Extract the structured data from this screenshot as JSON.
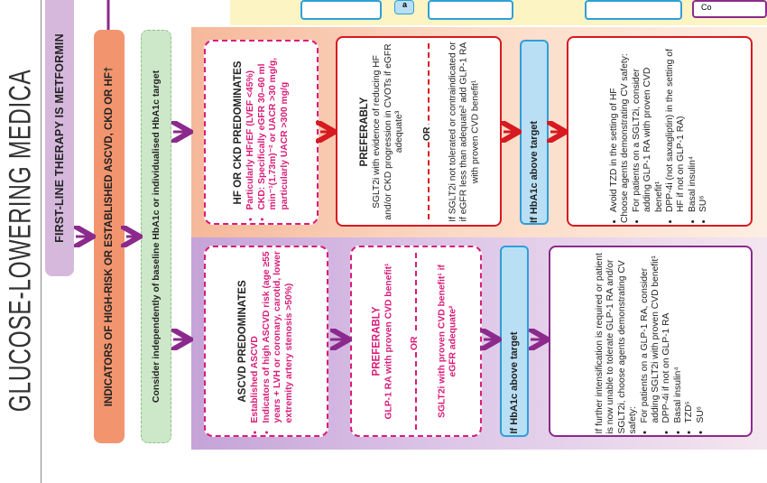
{
  "title": "GLUCOSE-LOWERING MEDICA",
  "first_line": "FIRST-LINE THERAPY IS METFORMIN",
  "indicators": "INDICATORS OF HIGH-RISK OR ESTABLISHED ASCVD, CKD OR HF†",
  "consider": "Consider independently of baseline HbA1c or individualised HbA1c target",
  "hf": {
    "heading": "HF OR CKD PREDOMINATES",
    "items": [
      "Particularly HFrEF (LVEF <45%)",
      "CKD: Specifically eGFR 30–60 ml min⁻¹(1.73m)⁻² or UACR >30 mg/g, particularly UACR >300 mg/g"
    ],
    "preferably_label": "PREFERABLY",
    "preferably_text": "SGLT2i with evidence of reducing HF and/or CKD progression in CVOTs if eGFR adequate³",
    "or_label": "OR",
    "alt_text": "If SGLT2i not tolerated or contraindicated or if eGFR less than adequate² add GLP-1 RA with proven CVD benefit¹",
    "hba1c": "If HbA1c above target",
    "next_lines": [
      "Avoid TZD in the setting of HF",
      "Choose agents demonstrating CV safety:"
    ],
    "next_items": [
      "For patients on a SGLT2i, consider adding GLP-1 RA with proven CVD benefit¹",
      "DPP-4i (not saxagliptin) in the setting of HF if not on GLP-1 RA)",
      "Basal insulin⁴",
      "SU⁶"
    ]
  },
  "ascvd": {
    "heading": "ASCVD PREDOMINATES",
    "items": [
      "Established ASCVD",
      "Indicators of high ASCVD risk (age ≥55 years + LVH or coronary, carotid, lower extremity artery stenosis >50%)"
    ],
    "preferably_label": "PREFERABLY",
    "preferably_text": "GLP-1 RA with proven CVD benefit¹",
    "or_label": "OR",
    "alt_text": "SGLT2i with proven CVD benefit¹ if eGFR adequate²",
    "hba1c": "If HbA1c above target",
    "next_intro": "If further intensification is required or patient is now unable to tolerate GLP-1 RA and/or SGLT2i, choose agents demonstrating CV safety:",
    "next_items": [
      "For patients on a GLP-1 RA, consider adding SGLT2i with proven CVD benefit¹",
      "DPP-4i if not on GLP-1 RA",
      "Basal insulin⁴",
      "TZD⁵",
      "SU⁶"
    ]
  },
  "top_fragments": {
    "a": "a",
    "co": "Co"
  },
  "colors": {
    "arrow": "#8b2a8c",
    "red": "#d71920",
    "pink": "#d81c79",
    "blue": "#2e9fd8"
  }
}
